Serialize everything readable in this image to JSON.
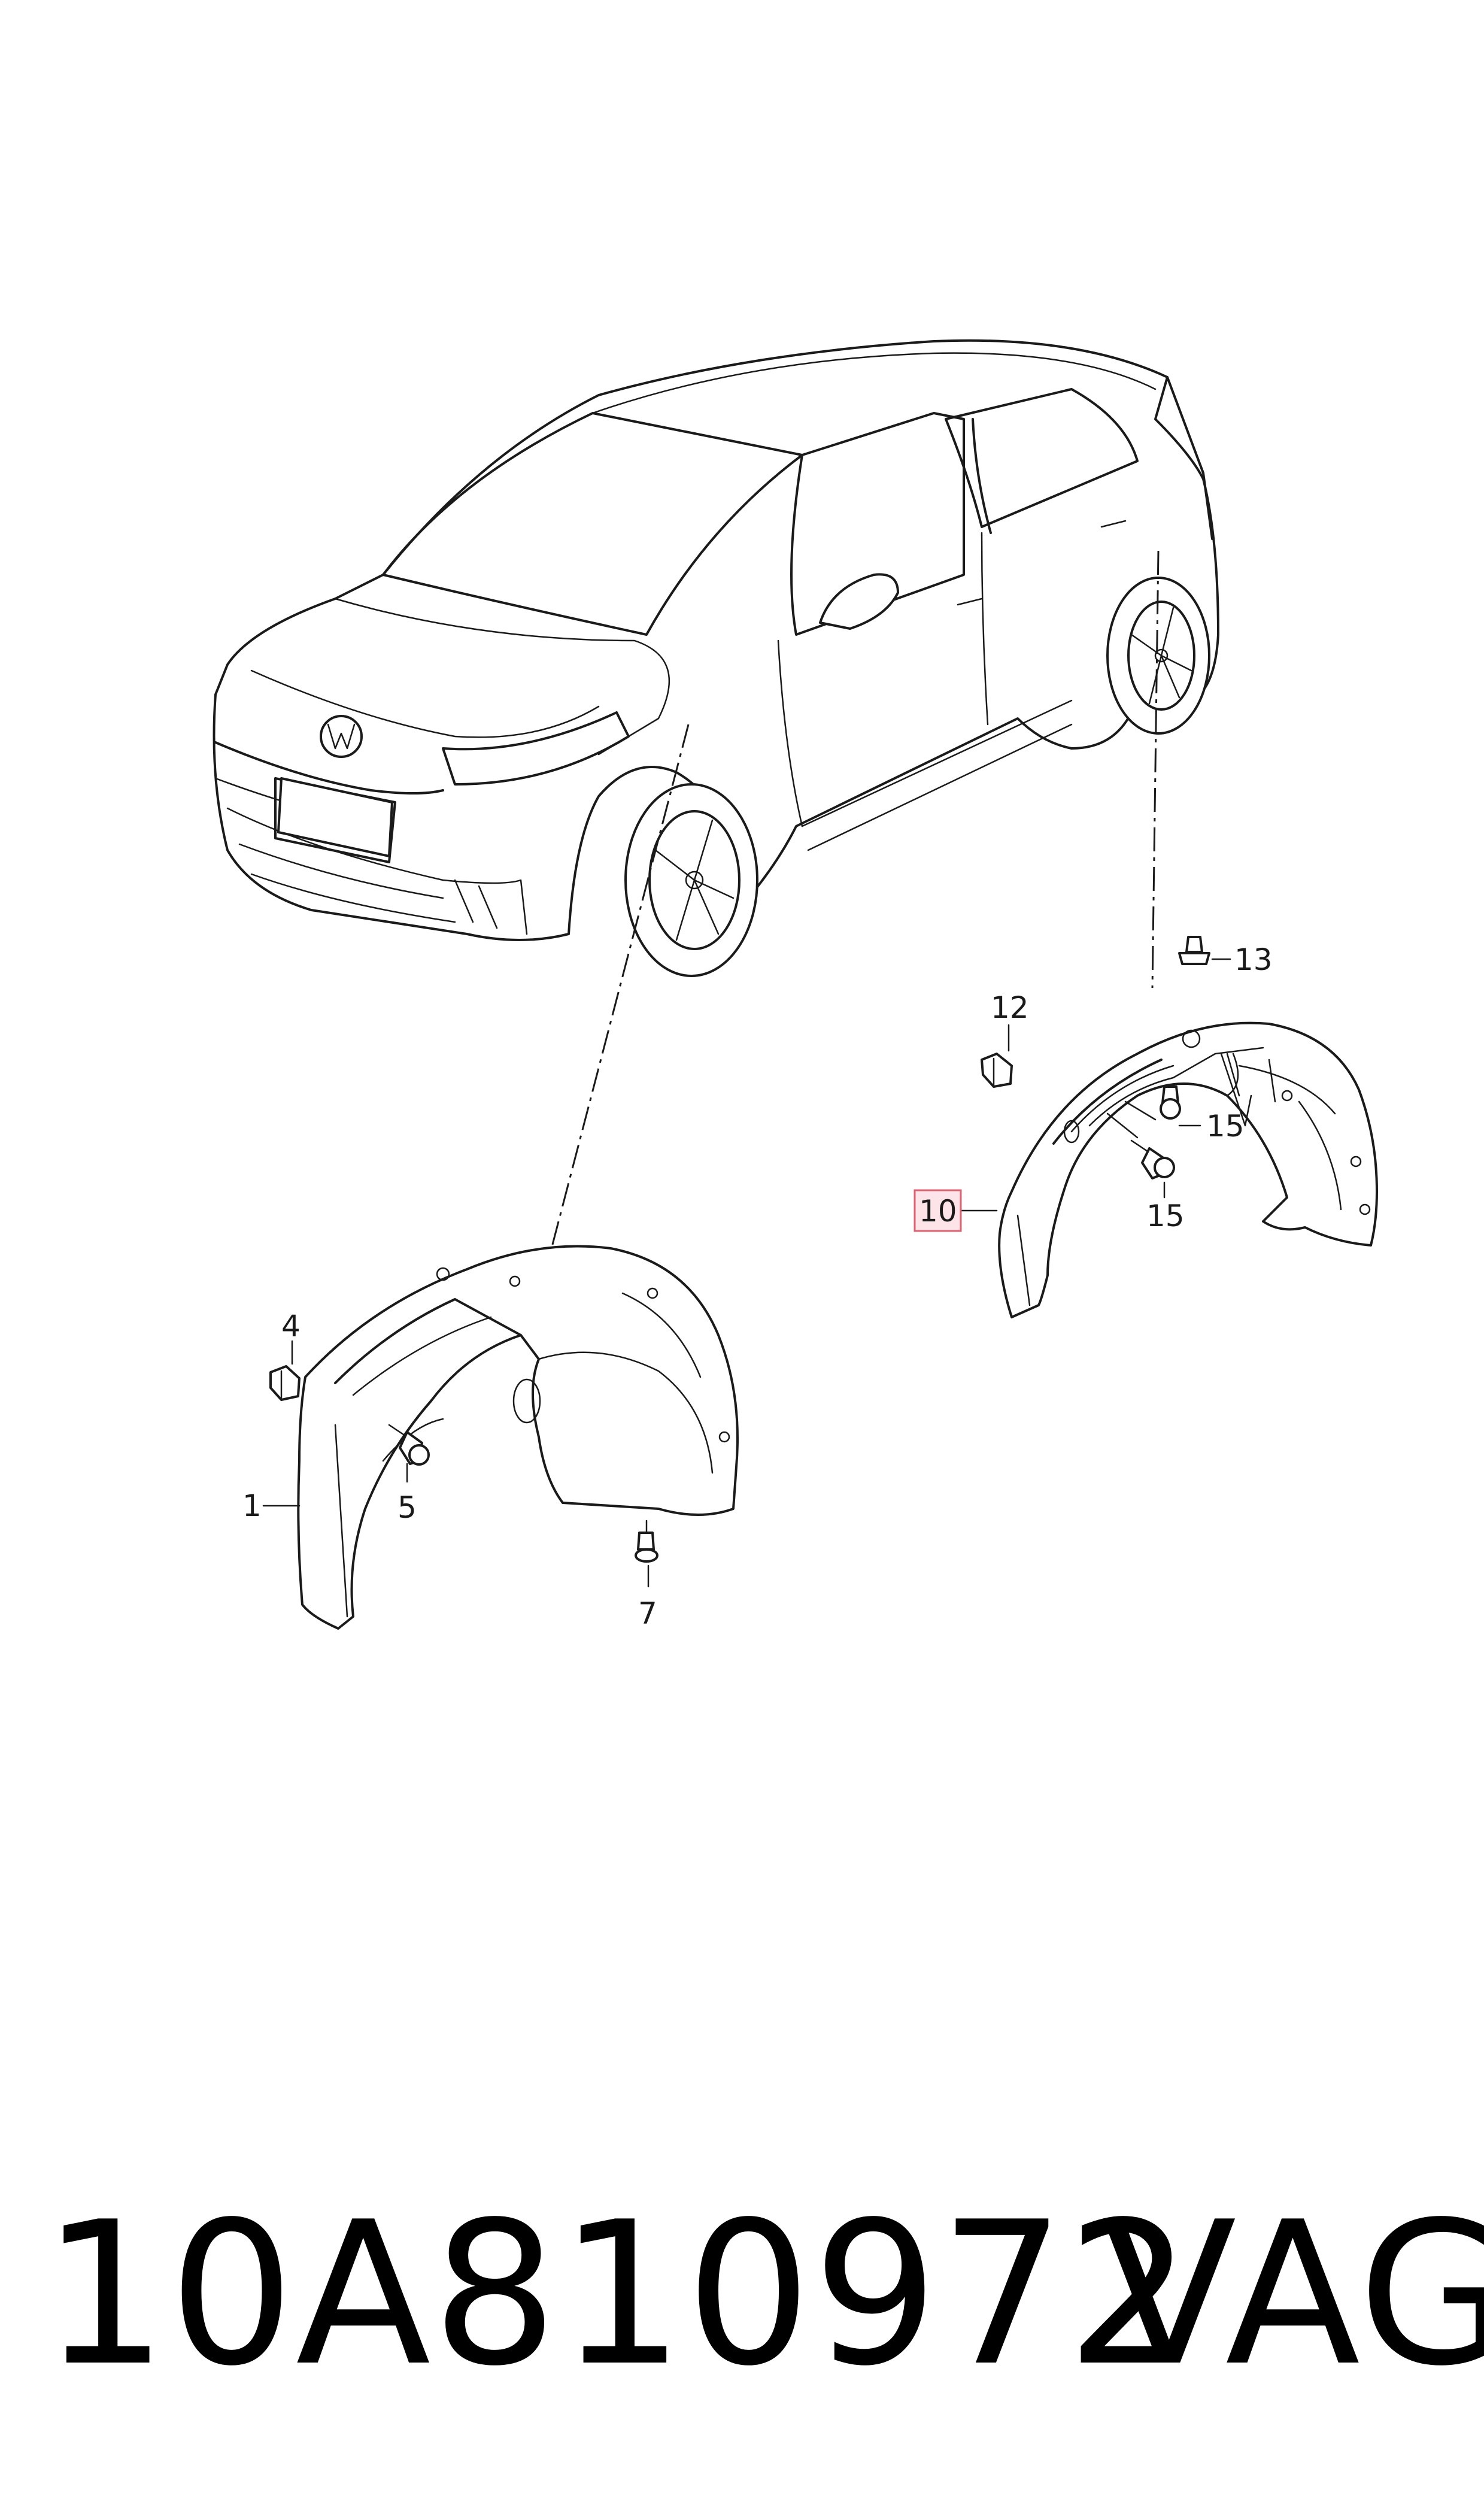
{
  "callouts": {
    "c1": "1",
    "c4": "4",
    "c5": "5",
    "c7": "7",
    "c10": "10",
    "c12": "12",
    "c13": "13",
    "c15a": "15",
    "c15b": "15"
  },
  "highlight_color": "#e06070",
  "highlight_fill": "#fde4e8",
  "footer": {
    "part_number": "10A810972",
    "brand": "VAG"
  }
}
